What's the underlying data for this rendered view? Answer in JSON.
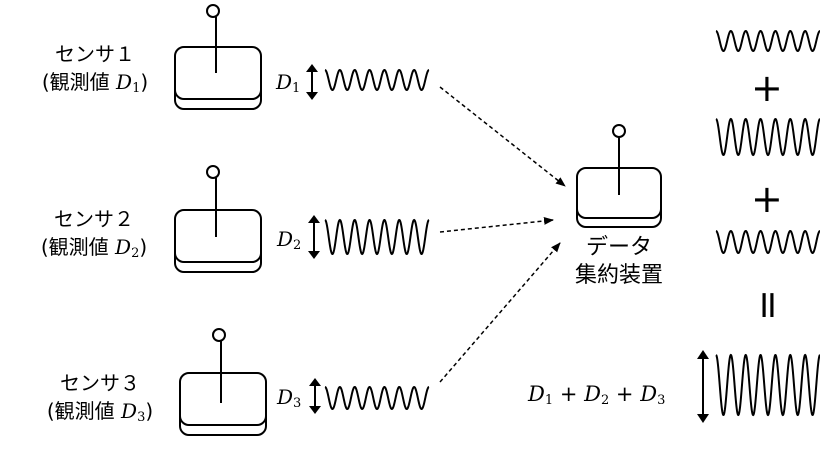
{
  "sensors": [
    {
      "name": "センサ１",
      "obs_prefix": "(観測値 ",
      "obs_var": "D",
      "obs_sub": "1",
      "obs_suffix": ")",
      "amp_var": "D",
      "amp_sub": "1"
    },
    {
      "name": "センサ２",
      "obs_prefix": "(観測値 ",
      "obs_var": "D",
      "obs_sub": "2",
      "obs_suffix": ")",
      "amp_var": "D",
      "amp_sub": "2"
    },
    {
      "name": "センサ３",
      "obs_prefix": "(観測値 ",
      "obs_var": "D",
      "obs_sub": "3",
      "obs_suffix": ")",
      "amp_var": "D",
      "amp_sub": "3"
    }
  ],
  "collector": {
    "line1": "データ",
    "line2": "集約装置"
  },
  "ops": {
    "plus": "+",
    "equals": "="
  },
  "sum": {
    "v1": "D",
    "s1": "1",
    "op1": "+",
    "v2": "D",
    "s2": "2",
    "op2": "+",
    "v3": "D",
    "s3": "3"
  }
}
